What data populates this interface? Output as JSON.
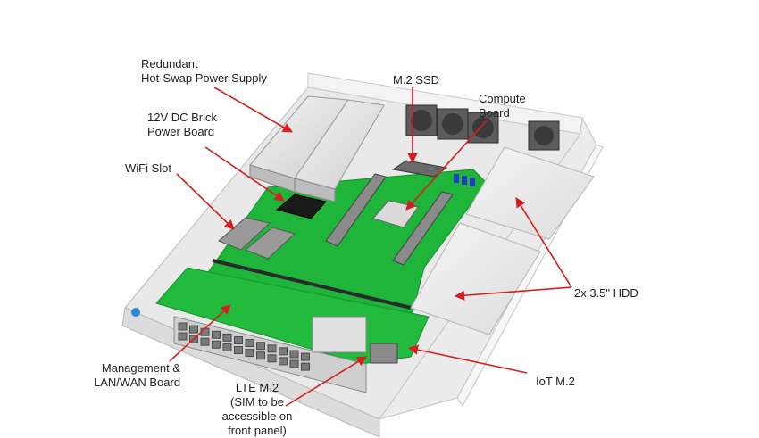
{
  "labels": {
    "redundant_psu": [
      "Redundant",
      "Hot-Swap Power Supply"
    ],
    "dc_brick": [
      "12V DC Brick",
      "Power Board"
    ],
    "wifi_slot": [
      "WiFi Slot"
    ],
    "m2_ssd": [
      "M.2 SSD"
    ],
    "compute_board": [
      "Compute",
      "Board"
    ],
    "hdd": [
      "2x 3.5\" HDD"
    ],
    "mgmt_board": [
      "Management &",
      "LAN/WAN Board"
    ],
    "lte_m2": [
      "LTE M.2",
      "(SIM to be",
      "accessible on",
      "front panel)"
    ],
    "iot_m2": [
      "IoT M.2"
    ]
  },
  "colors": {
    "pcb": "#1fb53a",
    "pcb_dark": "#15902c",
    "chassis": "#eeeeee",
    "arrow": "#d61e1e",
    "text": "#222222"
  }
}
